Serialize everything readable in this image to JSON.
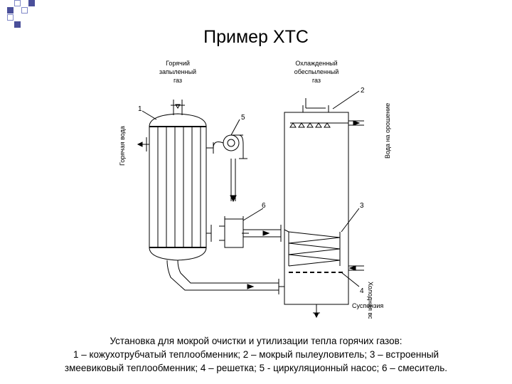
{
  "slide": {
    "title": "Пример ХТС",
    "caption_lines": [
      "Установка для мокрой очистки и утилизации тепла горячих газов:",
      "1 – кожухотрубчатый теплообменник; 2 – мокрый пылеуловитель; 3 – встроенный",
      "змеевиковый теплообменник; 4 – решетка; 5 - циркуляционный насос; 6 – смеситель."
    ]
  },
  "diagram": {
    "labels": {
      "hot_gas": [
        "Горячий",
        "запыленный",
        "газ"
      ],
      "cooled_gas": [
        "Охлажденный",
        "обеспыленный",
        "газ"
      ],
      "hot_water": "Горячая вода",
      "irrigation_water": "Вода на орошение",
      "cold_water": "Холодная вода",
      "suspension": "Суспензия"
    },
    "numbers": {
      "n1": "1",
      "n2": "2",
      "n3": "3",
      "n4": "4",
      "n5": "5",
      "n6": "6"
    }
  },
  "colors": {
    "accent": "#4a4f9a",
    "line": "#000000"
  }
}
